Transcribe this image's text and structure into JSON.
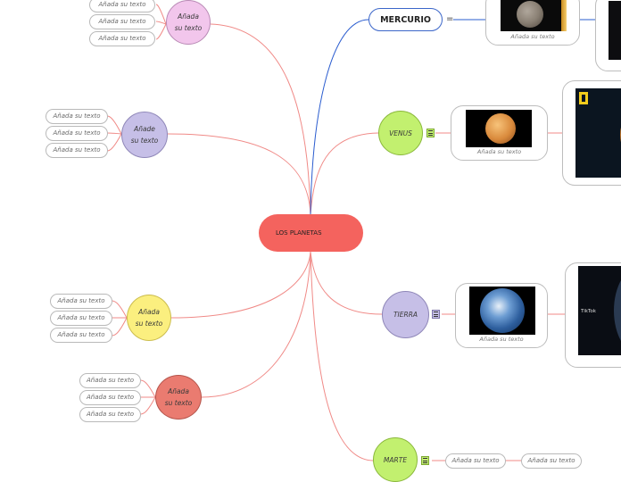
{
  "root": {
    "label": "LOS PLANETAS"
  },
  "placeholder": "Añada su texto",
  "topics": {
    "pink": {
      "label_line1": "Añada",
      "label_line2": "su texto",
      "leaves": [
        "Añada su texto",
        "Añada su texto",
        "Añada su texto"
      ]
    },
    "purple": {
      "label_line1": "Añade",
      "label_line2": "su texto",
      "leaves": [
        "Añada su texto",
        "Añada su texto",
        "Añada su texto"
      ]
    },
    "yellow": {
      "label_line1": "Añada",
      "label_line2": "su texto",
      "leaves": [
        "Añada su texto",
        "Añada su texto",
        "Añada su texto"
      ]
    },
    "red": {
      "label_line1": "Añada",
      "label_line2": "su texto",
      "leaves": [
        "Añada su texto",
        "Añada su texto",
        "Añada su texto"
      ]
    }
  },
  "planets": {
    "mercurio": {
      "label": "MERCURIO",
      "caption": "Añada su texto"
    },
    "venus": {
      "label": "VENUS",
      "caption": "Añada su texto"
    },
    "tierra": {
      "label": "TIERRA",
      "caption": "Añada su texto"
    },
    "marte": {
      "label": "MARTE",
      "leaves": [
        "Añada su texto",
        "Añada su texto"
      ]
    }
  },
  "video": {
    "tiktok_label": "TikTok"
  },
  "colors": {
    "root": "#f4635e",
    "pink": "#f2c6ec",
    "purple": "#c6bfe7",
    "yellow": "#fbef7f",
    "red": "#ea7b70",
    "green": "#c2f06f",
    "lavender": "#c6bfe7",
    "blue_line": "#2a5ccf",
    "red_line": "#f07d7a"
  }
}
